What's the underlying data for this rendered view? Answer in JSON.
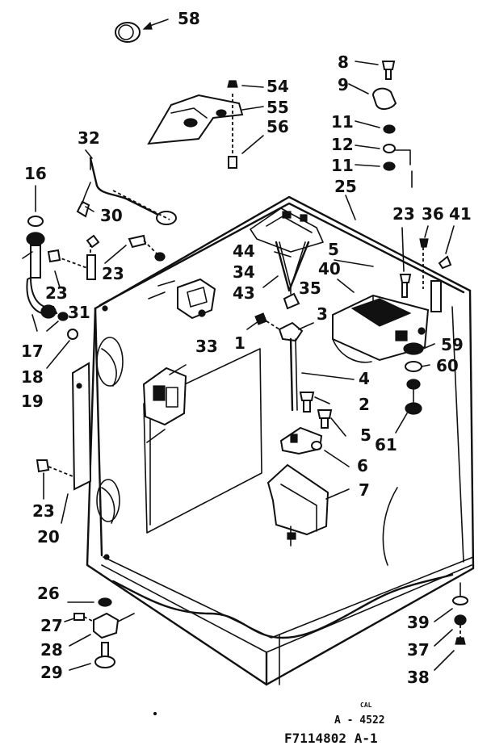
{
  "callouts": {
    "c1": "1",
    "c2": "2",
    "c3": "3",
    "c4": "4",
    "c5a": "5",
    "c5b": "5",
    "c6": "6",
    "c7": "7",
    "c8": "8",
    "c9": "9",
    "c11a": "11",
    "c11b": "11",
    "c12": "12",
    "c16": "16",
    "c17": "17",
    "c18": "18",
    "c19": "19",
    "c20": "20",
    "c23a": "23",
    "c23b": "23",
    "c23c": "23",
    "c23d": "23",
    "c25": "25",
    "c26": "26",
    "c27": "27",
    "c28": "28",
    "c29": "29",
    "c30": "30",
    "c31": "31",
    "c32": "32",
    "c33": "33",
    "c34": "34",
    "c35": "35",
    "c36": "36",
    "c37": "37",
    "c38": "38",
    "c39": "39",
    "c40": "40",
    "c41": "41",
    "c43": "43",
    "c44": "44",
    "c54": "54",
    "c55": "55",
    "c56": "56",
    "c58": "58",
    "c59": "59",
    "c60": "60",
    "c61": "61"
  },
  "footer": {
    "small_mark": "CAL",
    "drawing_no": "A - 4522",
    "model_ref": "F7114802 A-1"
  }
}
